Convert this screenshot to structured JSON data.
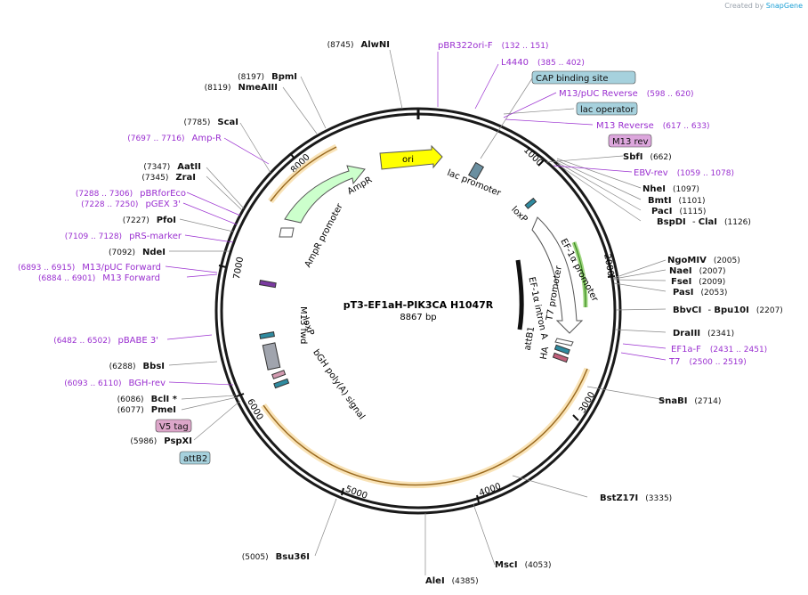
{
  "credit": {
    "prefix": "Created by",
    "brand": "SnapGene"
  },
  "plasmid": {
    "name": "pT3-EF1aH-PIK3CA H1047R",
    "length": 8867,
    "length_label": "8867 bp"
  },
  "ticks": [
    "1000",
    "2000",
    "3000",
    "4000",
    "5000",
    "6000",
    "7000",
    "8000"
  ],
  "features": [
    {
      "label": "ori",
      "type": "rep_origin",
      "color": "#ffff00"
    },
    {
      "label": "AmpR",
      "type": "cds",
      "color": "#ccffcc"
    },
    {
      "label": "AmpR promoter",
      "type": "promoter",
      "color": "#ffffff"
    },
    {
      "label": "lac promoter",
      "type": "promoter"
    },
    {
      "label": "loxP",
      "type": "protein_bind"
    },
    {
      "label": "EF-1α promoter",
      "type": "promoter"
    },
    {
      "label": "EF-1α intron A",
      "type": "intron"
    },
    {
      "label": "T7 promoter",
      "type": "promoter"
    },
    {
      "label": "attB1",
      "type": "protein_bind"
    },
    {
      "label": "HA",
      "type": "tag"
    },
    {
      "label": "bGH poly(A) signal",
      "type": "terminator"
    },
    {
      "label": "loxP",
      "type": "protein_bind"
    },
    {
      "label": "M13 fwd",
      "type": "primer_bind"
    }
  ],
  "right_labels": [
    {
      "name": "pBR322ori-F",
      "range": "(132 .. 151)",
      "kind": "primer"
    },
    {
      "name": "L4440",
      "range": "(385 .. 402)",
      "kind": "primer"
    },
    {
      "name": "CAP binding site",
      "kind": "boxed_blue"
    },
    {
      "name": "M13/pUC Reverse",
      "range": "(598 .. 620)",
      "kind": "primer"
    },
    {
      "name": "lac operator",
      "kind": "boxed_blue"
    },
    {
      "name": "M13 Reverse",
      "range": "(617 .. 633)",
      "kind": "primer"
    },
    {
      "name": "M13 rev",
      "kind": "boxed_purple"
    },
    {
      "name": "SbfI",
      "range": "(662)",
      "kind": "enzyme"
    },
    {
      "name": "EBV-rev",
      "range": "(1059 .. 1078)",
      "kind": "primer"
    },
    {
      "name": "NheI",
      "range": "(1097)",
      "kind": "enzyme"
    },
    {
      "name": "BmtI",
      "range": "(1101)",
      "kind": "enzyme"
    },
    {
      "name": "PacI",
      "range": "(1115)",
      "kind": "enzyme"
    },
    {
      "name": "BspDI",
      "range": "",
      "kind": "enzyme"
    },
    {
      "name": "ClaI",
      "range": "(1126)",
      "kind": "enzyme"
    },
    {
      "name": "NgoMIV",
      "range": "(2005)",
      "kind": "enzyme"
    },
    {
      "name": "NaeI",
      "range": "(2007)",
      "kind": "enzyme"
    },
    {
      "name": "FseI",
      "range": "(2009)",
      "kind": "enzyme"
    },
    {
      "name": "PasI",
      "range": "(2053)",
      "kind": "enzyme"
    },
    {
      "name": "BbvCI",
      "range": "",
      "kind": "enzyme"
    },
    {
      "name": "Bpu10I",
      "range": "(2207)",
      "kind": "enzyme"
    },
    {
      "name": "DraIII",
      "range": "(2341)",
      "kind": "enzyme"
    },
    {
      "name": "EF1a-F",
      "range": "(2431 .. 2451)",
      "kind": "primer"
    },
    {
      "name": "T7",
      "range": "(2500 .. 2519)",
      "kind": "primer"
    },
    {
      "name": "SnaBI",
      "range": "(2714)",
      "kind": "enzyme"
    },
    {
      "name": "BstZ17I",
      "range": "(3335)",
      "kind": "enzyme"
    },
    {
      "name": "MscI",
      "range": "(4053)",
      "kind": "enzyme"
    },
    {
      "name": "AleI",
      "range": "(4385)",
      "kind": "enzyme"
    }
  ],
  "left_labels": [
    {
      "name": "AlwNI",
      "range": "(8745)",
      "kind": "enzyme"
    },
    {
      "name": "BpmI",
      "range": "(8197)",
      "kind": "enzyme"
    },
    {
      "name": "NmeAIII",
      "range": "(8119)",
      "kind": "enzyme"
    },
    {
      "name": "ScaI",
      "range": "(7785)",
      "kind": "enzyme"
    },
    {
      "name": "Amp-R",
      "range": "(7697 .. 7716)",
      "kind": "primer"
    },
    {
      "name": "AatII",
      "range": "(7347)",
      "kind": "enzyme"
    },
    {
      "name": "ZraI",
      "range": "(7345)",
      "kind": "enzyme"
    },
    {
      "name": "pBRforEco",
      "range": "(7288 .. 7306)",
      "kind": "primer"
    },
    {
      "name": "pGEX 3'",
      "range": "(7228 .. 7250)",
      "kind": "primer"
    },
    {
      "name": "PfoI",
      "range": "(7227)",
      "kind": "enzyme"
    },
    {
      "name": "pRS-marker",
      "range": "(7109 .. 7128)",
      "kind": "primer"
    },
    {
      "name": "NdeI",
      "range": "(7092)",
      "kind": "enzyme"
    },
    {
      "name": "M13/pUC Forward",
      "range": "(6893 .. 6915)",
      "kind": "primer"
    },
    {
      "name": "M13 Forward",
      "range": "(6884 .. 6901)",
      "kind": "primer"
    },
    {
      "name": "pBABE 3'",
      "range": "(6482 .. 6502)",
      "kind": "primer"
    },
    {
      "name": "BbsI",
      "range": "(6288)",
      "kind": "enzyme"
    },
    {
      "name": "BGH-rev",
      "range": "(6093 .. 6110)",
      "kind": "primer"
    },
    {
      "name": "BclI *",
      "range": "(6086)",
      "kind": "enzyme"
    },
    {
      "name": "PmeI",
      "range": "(6077)",
      "kind": "enzyme"
    },
    {
      "name": "V5 tag",
      "kind": "boxed_purple"
    },
    {
      "name": "PspXI",
      "range": "(5986)",
      "kind": "enzyme"
    },
    {
      "name": "attB2",
      "kind": "boxed_blue"
    },
    {
      "name": "Bsu36I",
      "range": "(5005)",
      "kind": "enzyme"
    }
  ],
  "colors": {
    "backbone": "#1a1a1a",
    "primer": "#9a2fd0",
    "enzyme": "#111111",
    "orf": "#e8b96a",
    "blue_box": "#a6d1dd",
    "purple_box": "#dca6c9"
  }
}
